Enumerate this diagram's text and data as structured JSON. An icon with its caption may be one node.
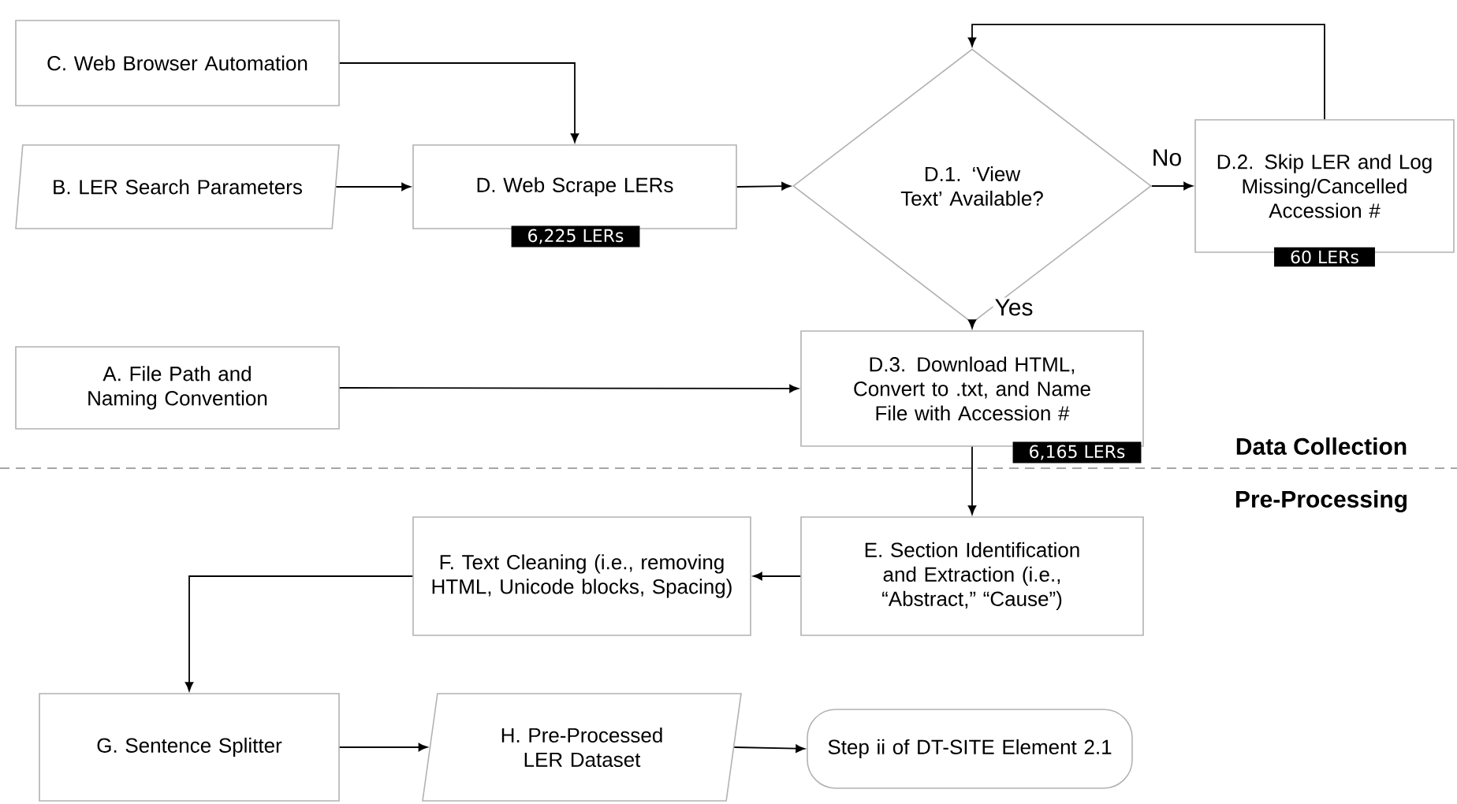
{
  "diagram": {
    "nodes": [
      {
        "text": [
          "C. Web Browser Automation"
        ]
      },
      {
        "text": [
          "B. LER Search Parameters"
        ]
      },
      {
        "text": [
          "D. Web Scrape LERs"
        ],
        "beside": [
          "6,225 LERs"
        ]
      },
      {
        "text": [
          "D.1. ‘View Text’ Available?"
        ]
      },
      {
        "text": [
          "D.2. Skip LER and Log Missing/Cancelled Accession #"
        ],
        "beside": [
          "60 LERs"
        ]
      },
      {
        "text": [
          "A. File Path and Naming Convention"
        ]
      },
      {
        "text": [
          "D.3. Download HTML, Convert to .txt, and Name File with Accession #"
        ],
        "beside": [
          "6,165 LERs"
        ]
      },
      {
        "text": [
          "E. Section Identification and Extraction (i.e., “Abstract,” “Cause”)"
        ]
      },
      {
        "text": [
          "F. Text Cleaning (i.e., removing HTML, Unicode blocks, Spacing)"
        ]
      },
      {
        "text": [
          "G. Sentence Splitter"
        ]
      },
      {
        "text": [
          "H. Pre-Processed LER Dataset"
        ]
      },
      {
        "text": [
          "Step ii of DT-SITE Element 2.1"
        ]
      }
    ],
    "edges": [
      {
        "from": 0,
        "to": 2,
        "arrow": "to"
      },
      {
        "from": 1,
        "to": 2,
        "arrow": "to"
      },
      {
        "from": 2,
        "to": 3,
        "arrow": "to"
      },
      {
        "from": 3,
        "to": 4,
        "arrow": "to",
        "label": "No"
      },
      {
        "from": 4,
        "to": 3,
        "arrow": "to"
      },
      {
        "from": 3,
        "to": 6,
        "arrow": "to",
        "label": "Yes"
      },
      {
        "from": 5,
        "to": 6,
        "arrow": "to"
      },
      {
        "from": 6,
        "to": 7,
        "arrow": "to"
      },
      {
        "from": 7,
        "to": 8,
        "arrow": "to"
      },
      {
        "from": 8,
        "to": 9,
        "arrow": "to"
      },
      {
        "from": 9,
        "to": 10,
        "arrow": "to"
      },
      {
        "from": 10,
        "to": 11,
        "arrow": "to"
      }
    ],
    "labels": [
      "Data Collection",
      "Pre-Processing"
    ]
  }
}
